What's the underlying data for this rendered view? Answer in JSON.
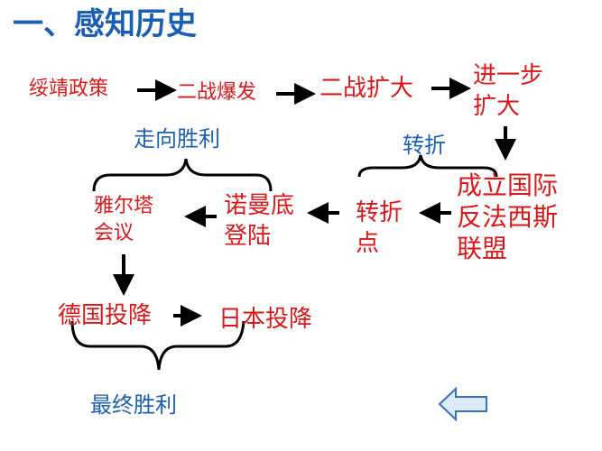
{
  "title": "一、感知历史",
  "nodes": {
    "appeasement": "绥靖政策",
    "war_outbreak": "二战爆发",
    "war_expand": "二战扩大",
    "further_expand": [
      "进一步",
      "扩大"
    ],
    "allied_front": [
      "成立国际",
      "反法西斯",
      "联盟"
    ],
    "turning_point": [
      "转折",
      "点"
    ],
    "normandy": [
      "诺曼底",
      "登陆"
    ],
    "yalta": [
      "雅尔塔",
      "会议"
    ],
    "germany_surrender": "德国投降",
    "japan_surrender": "日本投降"
  },
  "labels": {
    "toward_victory": "走向胜利",
    "turning": "转折",
    "final_victory": "最终胜利"
  },
  "colors": {
    "title": "#1a5fb4",
    "node_text": "#d7191c",
    "label_text": "#1f5fb0",
    "arrow": "#000000",
    "back_button_fill": "#dce9f7",
    "back_button_stroke": "#3b6fb6"
  },
  "icons": {
    "back_button": "left-arrow-icon"
  }
}
